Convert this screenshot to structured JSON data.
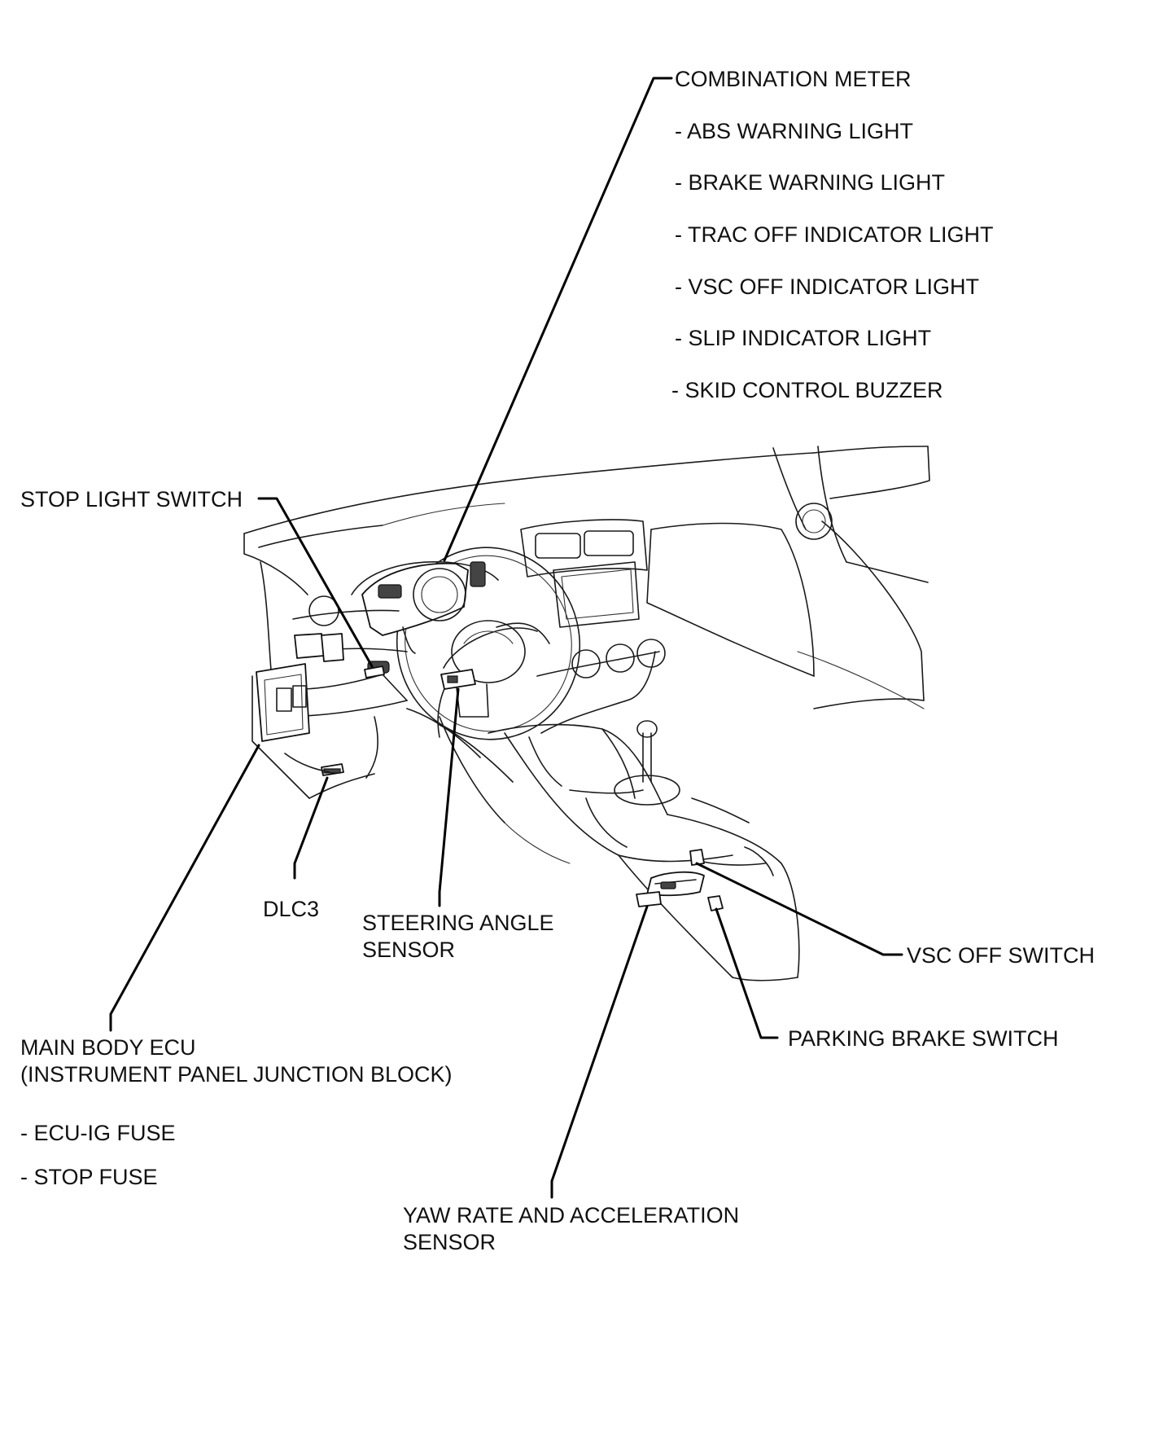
{
  "labels": {
    "combination_meter": {
      "title": "COMBINATION METER",
      "items": [
        "- ABS WARNING LIGHT",
        "- BRAKE WARNING LIGHT",
        "- TRAC OFF INDICATOR LIGHT",
        "- VSC OFF INDICATOR LIGHT",
        "- SLIP INDICATOR LIGHT",
        "- SKID CONTROL BUZZER"
      ]
    },
    "stop_light_switch": "STOP LIGHT SWITCH",
    "dlc3": "DLC3",
    "steering_angle_sensor": [
      "STEERING ANGLE",
      "SENSOR"
    ],
    "vsc_off_switch": "VSC OFF SWITCH",
    "parking_brake_switch": "PARKING BRAKE SWITCH",
    "main_body_ecu": {
      "lines": [
        "MAIN BODY ECU",
        "(INSTRUMENT PANEL JUNCTION BLOCK)"
      ],
      "items": [
        "- ECU-IG  FUSE",
        "- STOP FUSE"
      ]
    },
    "yaw_rate_sensor": [
      "YAW RATE AND ACCELERATION",
      "SENSOR"
    ]
  }
}
